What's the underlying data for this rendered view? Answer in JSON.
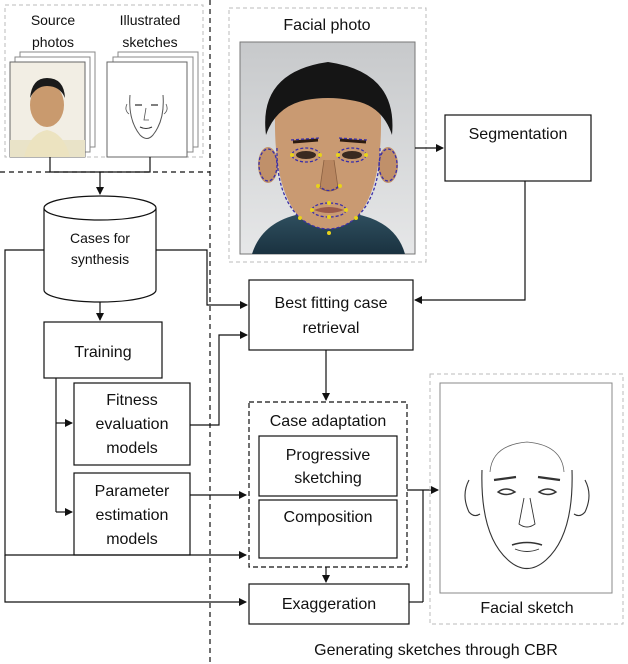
{
  "inputs": {
    "source_photos_line1": "Source",
    "source_photos_line2": "photos",
    "illustrated_sketches_line1": "Illustrated",
    "illustrated_sketches_line2": "sketches"
  },
  "cases_db": {
    "line1": "Cases for",
    "line2": "synthesis"
  },
  "training": {
    "label": "Training"
  },
  "fitness_models": {
    "line1": "Fitness",
    "line2": "evaluation",
    "line3": "models"
  },
  "parameter_models": {
    "line1": "Parameter",
    "line2": "estimation",
    "line3": "models"
  },
  "facial_photo": {
    "label": "Facial photo"
  },
  "segmentation": {
    "label": "Segmentation"
  },
  "retrieval": {
    "line1": "Best fitting case",
    "line2": "retrieval"
  },
  "adaptation": {
    "title": "Case adaptation",
    "progressive_line1": "Progressive",
    "progressive_line2": "sketching",
    "composition": "Composition"
  },
  "exaggeration": {
    "label": "Exaggeration"
  },
  "facial_sketch": {
    "label": "Facial sketch"
  },
  "caption": "Generating sketches through CBR"
}
